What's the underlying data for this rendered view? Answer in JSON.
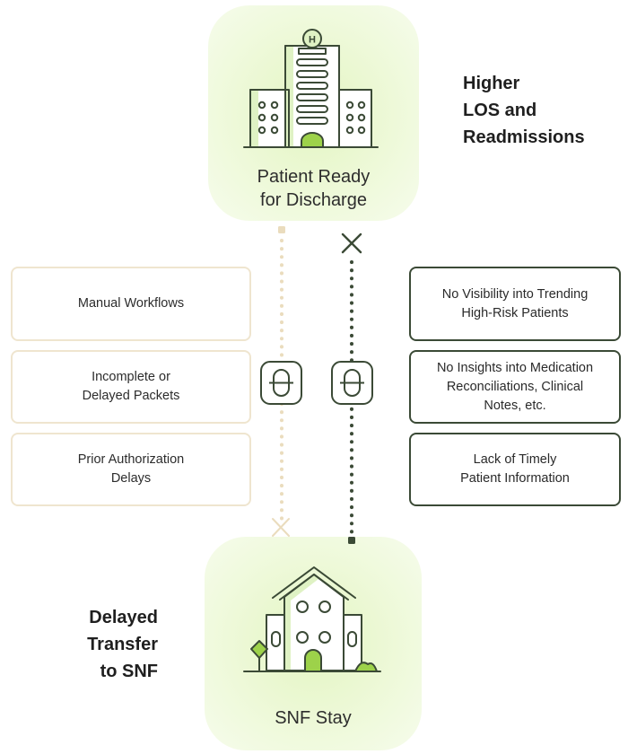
{
  "top_node": {
    "label_line1": "Patient Ready",
    "label_line2": "for Discharge",
    "icon": "hospital-icon",
    "icon_letter": "H"
  },
  "bottom_node": {
    "label": "SNF Stay",
    "icon": "house-icon"
  },
  "right_heading": {
    "line1": "Higher",
    "line2": "LOS and",
    "line3": "Readmissions"
  },
  "left_heading": {
    "line1": "Delayed",
    "line2": "Transfer",
    "line3": "to SNF"
  },
  "left_boxes": [
    {
      "line1": "Manual Workflows",
      "line2": ""
    },
    {
      "line1": "Incomplete or",
      "line2": "Delayed Packets"
    },
    {
      "line1": "Prior Authorization",
      "line2": "Delays"
    }
  ],
  "right_boxes": [
    {
      "line1": "No Visibility into Trending",
      "line2": "High-Risk Patients",
      "line3": ""
    },
    {
      "line1": "No Insights into Medication",
      "line2": "Reconciliations, Clinical",
      "line3": "Notes, etc."
    },
    {
      "line1": "Lack of Timely",
      "line2": "Patient Information",
      "line3": ""
    }
  ],
  "colors": {
    "accent_green": "#9dd24a",
    "blob_green": "#e6f6c9",
    "dark_line": "#3b4a36",
    "light_line": "#eadcbd"
  }
}
